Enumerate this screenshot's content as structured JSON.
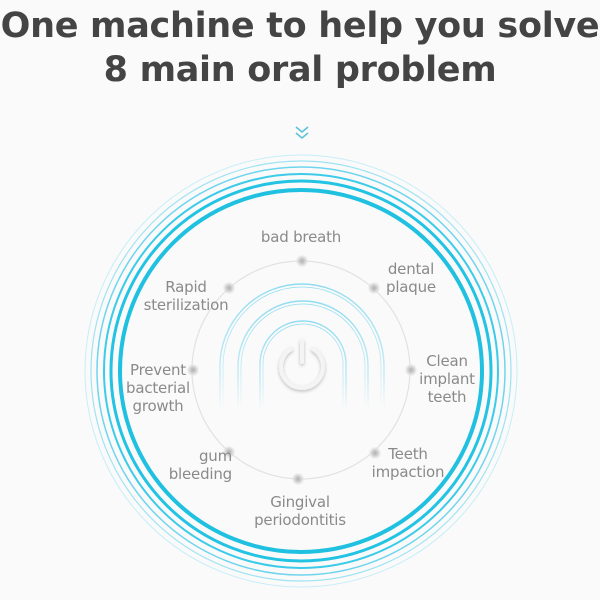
{
  "header": {
    "title_line1": "One machine to help you solve",
    "title_line2": "8 main oral problem",
    "scroll_icon": "double-chevron-down-icon"
  },
  "diagram": {
    "center_icon": "power-icon",
    "accent_color": "#1fc0e0",
    "label_color": "#8a8a8a",
    "problems": [
      {
        "id": "bad-breath",
        "line1": "bad breath",
        "line2": "",
        "line3": ""
      },
      {
        "id": "dental-plaque",
        "line1": "dental",
        "line2": "plaque",
        "line3": ""
      },
      {
        "id": "clean-implant-teeth",
        "line1": "Clean",
        "line2": "implant",
        "line3": "teeth"
      },
      {
        "id": "teeth-impaction",
        "line1": "Teeth",
        "line2": "impaction",
        "line3": ""
      },
      {
        "id": "gingival-periodontitis",
        "line1": "Gingival",
        "line2": "periodontitis",
        "line3": ""
      },
      {
        "id": "gum-bleeding",
        "line1": "gum",
        "line2": "bleeding",
        "line3": ""
      },
      {
        "id": "prevent-bacterial-growth",
        "line1": "Prevent",
        "line2": "bacterial",
        "line3": "growth"
      },
      {
        "id": "rapid-sterilization",
        "line1": "Rapid",
        "line2": "sterilization",
        "line3": ""
      }
    ]
  }
}
